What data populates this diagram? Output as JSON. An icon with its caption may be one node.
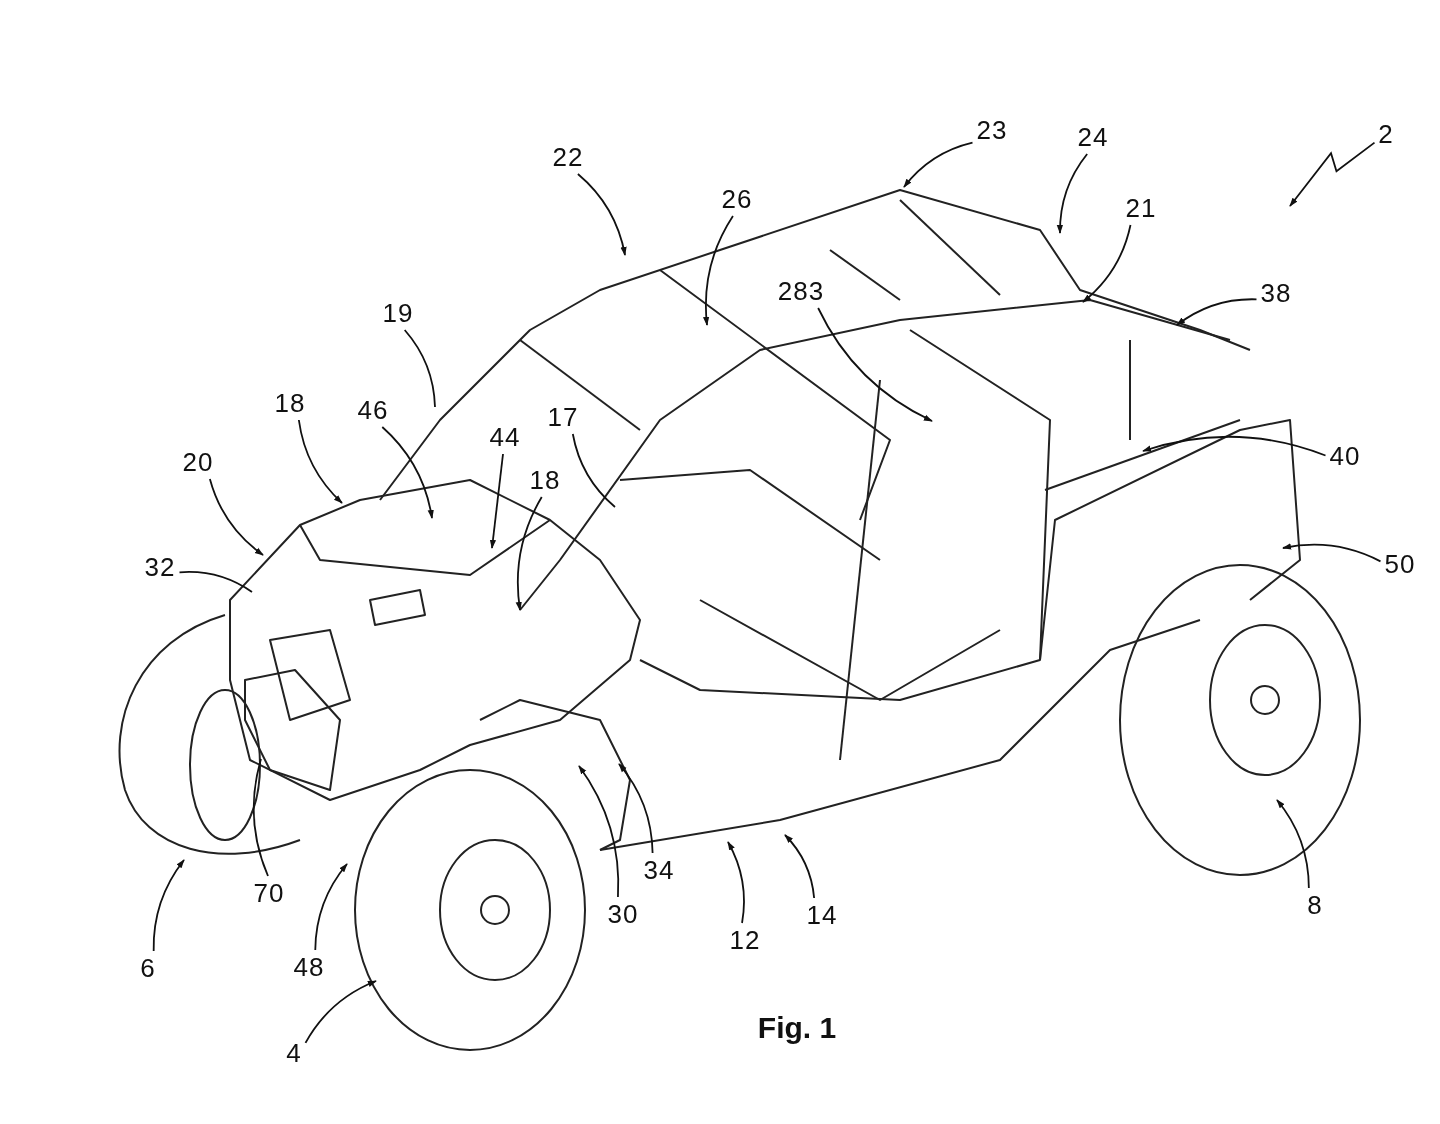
{
  "diagram": {
    "caption": "Fig. 1",
    "nodes": [
      {
        "text": [
          "23"
        ]
      },
      {
        "text": [
          "24"
        ]
      },
      {
        "text": [
          "2"
        ]
      },
      {
        "text": [
          "22"
        ]
      },
      {
        "text": [
          "26"
        ]
      },
      {
        "text": [
          "21"
        ]
      },
      {
        "text": [
          "283"
        ]
      },
      {
        "text": [
          "38"
        ]
      },
      {
        "text": [
          "19"
        ]
      },
      {
        "text": [
          "18"
        ]
      },
      {
        "text": [
          "46"
        ]
      },
      {
        "text": [
          "44"
        ]
      },
      {
        "text": [
          "17"
        ]
      },
      {
        "text": [
          "18"
        ]
      },
      {
        "text": [
          "20"
        ]
      },
      {
        "text": [
          "40"
        ]
      },
      {
        "text": [
          "32"
        ]
      },
      {
        "text": [
          "50"
        ]
      },
      {
        "text": [
          "70"
        ]
      },
      {
        "text": [
          "34"
        ]
      },
      {
        "text": [
          "6"
        ]
      },
      {
        "text": [
          "48"
        ]
      },
      {
        "text": [
          "30"
        ]
      },
      {
        "text": [
          "12"
        ]
      },
      {
        "text": [
          "14"
        ]
      },
      {
        "text": [
          "8"
        ]
      },
      {
        "text": [
          "4"
        ]
      }
    ],
    "edges": [
      {
        "from": 0,
        "to": null,
        "arrow": "to"
      },
      {
        "from": 1,
        "to": null,
        "arrow": "to"
      },
      {
        "from": 2,
        "to": null,
        "arrow": "to"
      },
      {
        "from": 3,
        "to": null,
        "arrow": "to"
      },
      {
        "from": 4,
        "to": null,
        "arrow": "to"
      },
      {
        "from": 5,
        "to": null,
        "arrow": "to"
      },
      {
        "from": 6,
        "to": null,
        "arrow": "to"
      },
      {
        "from": 7,
        "to": null,
        "arrow": "to"
      },
      {
        "from": 8,
        "to": null,
        "arrow": "none"
      },
      {
        "from": 9,
        "to": null,
        "arrow": "to"
      },
      {
        "from": 10,
        "to": null,
        "arrow": "to"
      },
      {
        "from": 11,
        "to": null,
        "arrow": "to"
      },
      {
        "from": 12,
        "to": null,
        "arrow": "none"
      },
      {
        "from": 13,
        "to": null,
        "arrow": "to"
      },
      {
        "from": 14,
        "to": null,
        "arrow": "to"
      },
      {
        "from": 15,
        "to": null,
        "arrow": "to"
      },
      {
        "from": 16,
        "to": null,
        "arrow": "none"
      },
      {
        "from": 17,
        "to": null,
        "arrow": "to"
      },
      {
        "from": 18,
        "to": null,
        "arrow": "none"
      },
      {
        "from": 19,
        "to": null,
        "arrow": "to"
      },
      {
        "from": 20,
        "to": null,
        "arrow": "to"
      },
      {
        "from": 21,
        "to": null,
        "arrow": "to"
      },
      {
        "from": 22,
        "to": null,
        "arrow": "to"
      },
      {
        "from": 23,
        "to": null,
        "arrow": "to"
      },
      {
        "from": 24,
        "to": null,
        "arrow": "to"
      },
      {
        "from": 25,
        "to": null,
        "arrow": "to"
      },
      {
        "from": 26,
        "to": null,
        "arrow": "to"
      }
    ]
  }
}
